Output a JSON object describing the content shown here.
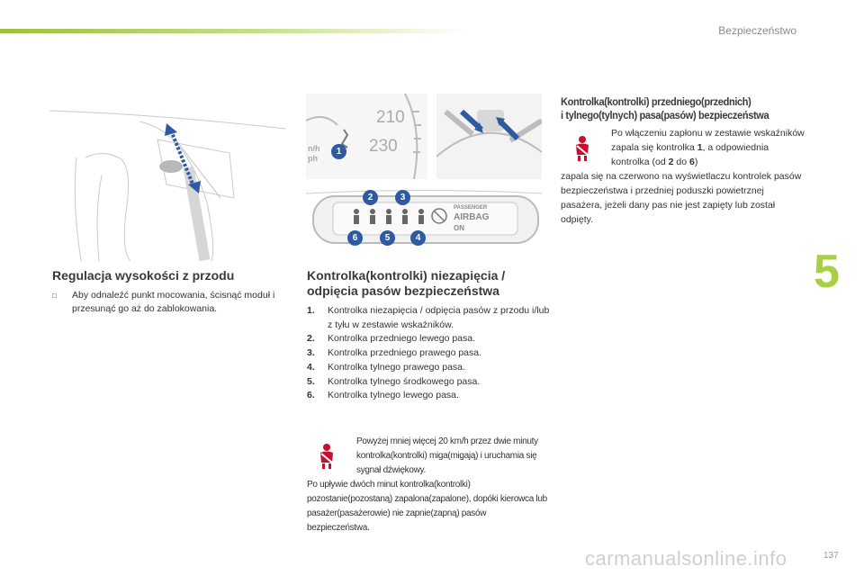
{
  "header": {
    "section_title": "Bezpieczeństwo"
  },
  "chapter_number": "5",
  "page_number": "137",
  "watermark": "carmanualsonline.info",
  "colors": {
    "accent_green": "#9ac23c",
    "warning_red": "#c8102e",
    "badge_blue": "#2d5aa0"
  },
  "left": {
    "heading": "Regulacja wysokości z przodu",
    "bullet": "Aby odnaleźć punkt mocowania, ścisnąć moduł i przesunąć go aż do zablokowania.",
    "bullet_icon": "square-bullet-icon"
  },
  "middle": {
    "heading": "Kontrolka(kontrolki) niezapięcia / odpięcia pasów bezpieczeństwa",
    "items": [
      {
        "num": "1.",
        "text": "Kontrolka niezapięcia / odpięcia pasów z przodu i/lub z tyłu w zestawie wskaźników."
      },
      {
        "num": "2.",
        "text": "Kontrolka przedniego lewego pasa."
      },
      {
        "num": "3.",
        "text": "Kontrolka przedniego prawego pasa."
      },
      {
        "num": "4.",
        "text": "Kontrolka tylnego prawego pasa."
      },
      {
        "num": "5.",
        "text": "Kontrolka tylnego środkowego pasa."
      },
      {
        "num": "6.",
        "text": "Kontrolka tylnego lewego pasa."
      }
    ],
    "note_first": "Powyżej mniej więcej 20 km/h przez dwie minuty kontrolka(kontrolki) miga(migają) i uruchamia się sygnał dźwiękowy.",
    "note_rest": "Po upływie dwóch minut kontrolka(kontrolki) pozostanie(pozostaną) zapalona(zapalone), dopóki kierowca lub pasażer(pasażerowie) nie zapnie(zapną) pasów bezpieczeństwa.",
    "note_icon": "seatbelt-warning-icon"
  },
  "right": {
    "heading_line1": "Kontrolka(kontrolki) przedniego(przednich)",
    "heading_line2": "i tylnego(tylnych) pasa(pasów) bezpieczeństwa",
    "para_first_a": "Po włączeniu zapłonu w zestawie wskaźników zapala się kontrolka ",
    "para_first_b": "1",
    "para_first_c": ", a odpowiednia kontrolka (od ",
    "para_first_d": "2",
    "para_first_e": " do ",
    "para_first_f": "6",
    "para_first_g": ")",
    "para_rest": "zapala się na czerwono na wyświetlaczu kontrolek pasów bezpieczeństwa i przedniej poduszki powietrznej pasażera, jeżeli dany pas nie jest zapięty lub został odpięty.",
    "icon": "seatbelt-warning-icon"
  },
  "illustration_cluster": {
    "speed_210": "210",
    "speed_230": "230",
    "unit_kmh": "n/h",
    "unit_mph": "ph",
    "badge": "1"
  },
  "illustration_panel": {
    "badges_top": [
      "2",
      "3"
    ],
    "badges_bottom": [
      "6",
      "5",
      "4"
    ],
    "passenger_label": "PASSENGER",
    "airbag_label": "AIRBAG",
    "on_label": "ON"
  }
}
